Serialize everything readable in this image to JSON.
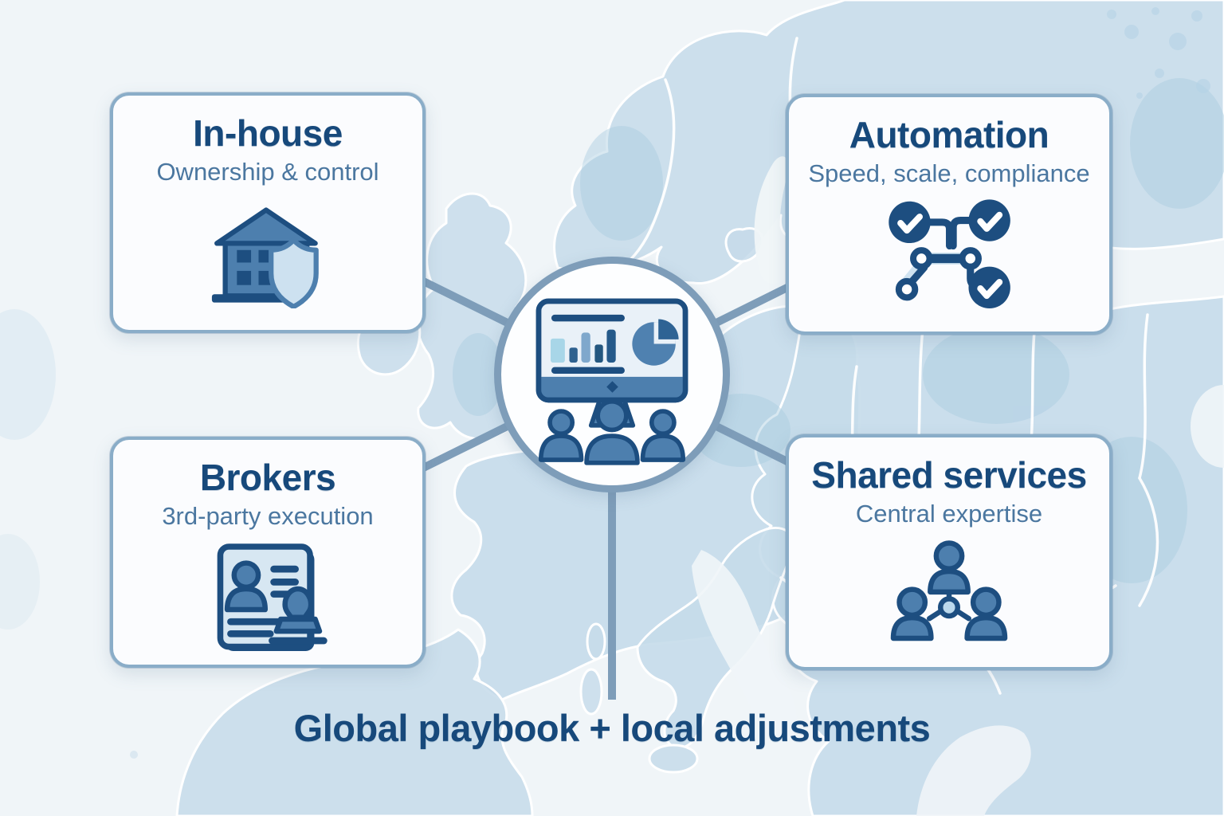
{
  "cards": [
    {
      "title": "In-house",
      "subtitle": "Ownership & control",
      "icon": "house-shield-icon"
    },
    {
      "title": "Automation",
      "subtitle": "Speed, scale, compliance",
      "icon": "workflow-checkmarks-icon"
    },
    {
      "title": "Brokers",
      "subtitle": "3rd-party execution",
      "icon": "contract-stamp-icon"
    },
    {
      "title": "Shared services",
      "subtitle": "Central expertise",
      "icon": "team-hierarchy-icon"
    }
  ],
  "center": {
    "icon": "dashboard-presentation-icon"
  },
  "footer": {
    "label": "Global playbook + local adjustments"
  },
  "colors": {
    "title": "#17497b",
    "subtitle": "#4b77a0",
    "card_bg": "#fbfcfe",
    "card_border": "#8aadc8",
    "connector": "#7e9db9",
    "icon_dark": "#1d4e80",
    "icon_mid": "#4d7fae",
    "icon_light": "#cde1f0",
    "land": "#c5dbea",
    "sea": "#f0f5f8"
  }
}
